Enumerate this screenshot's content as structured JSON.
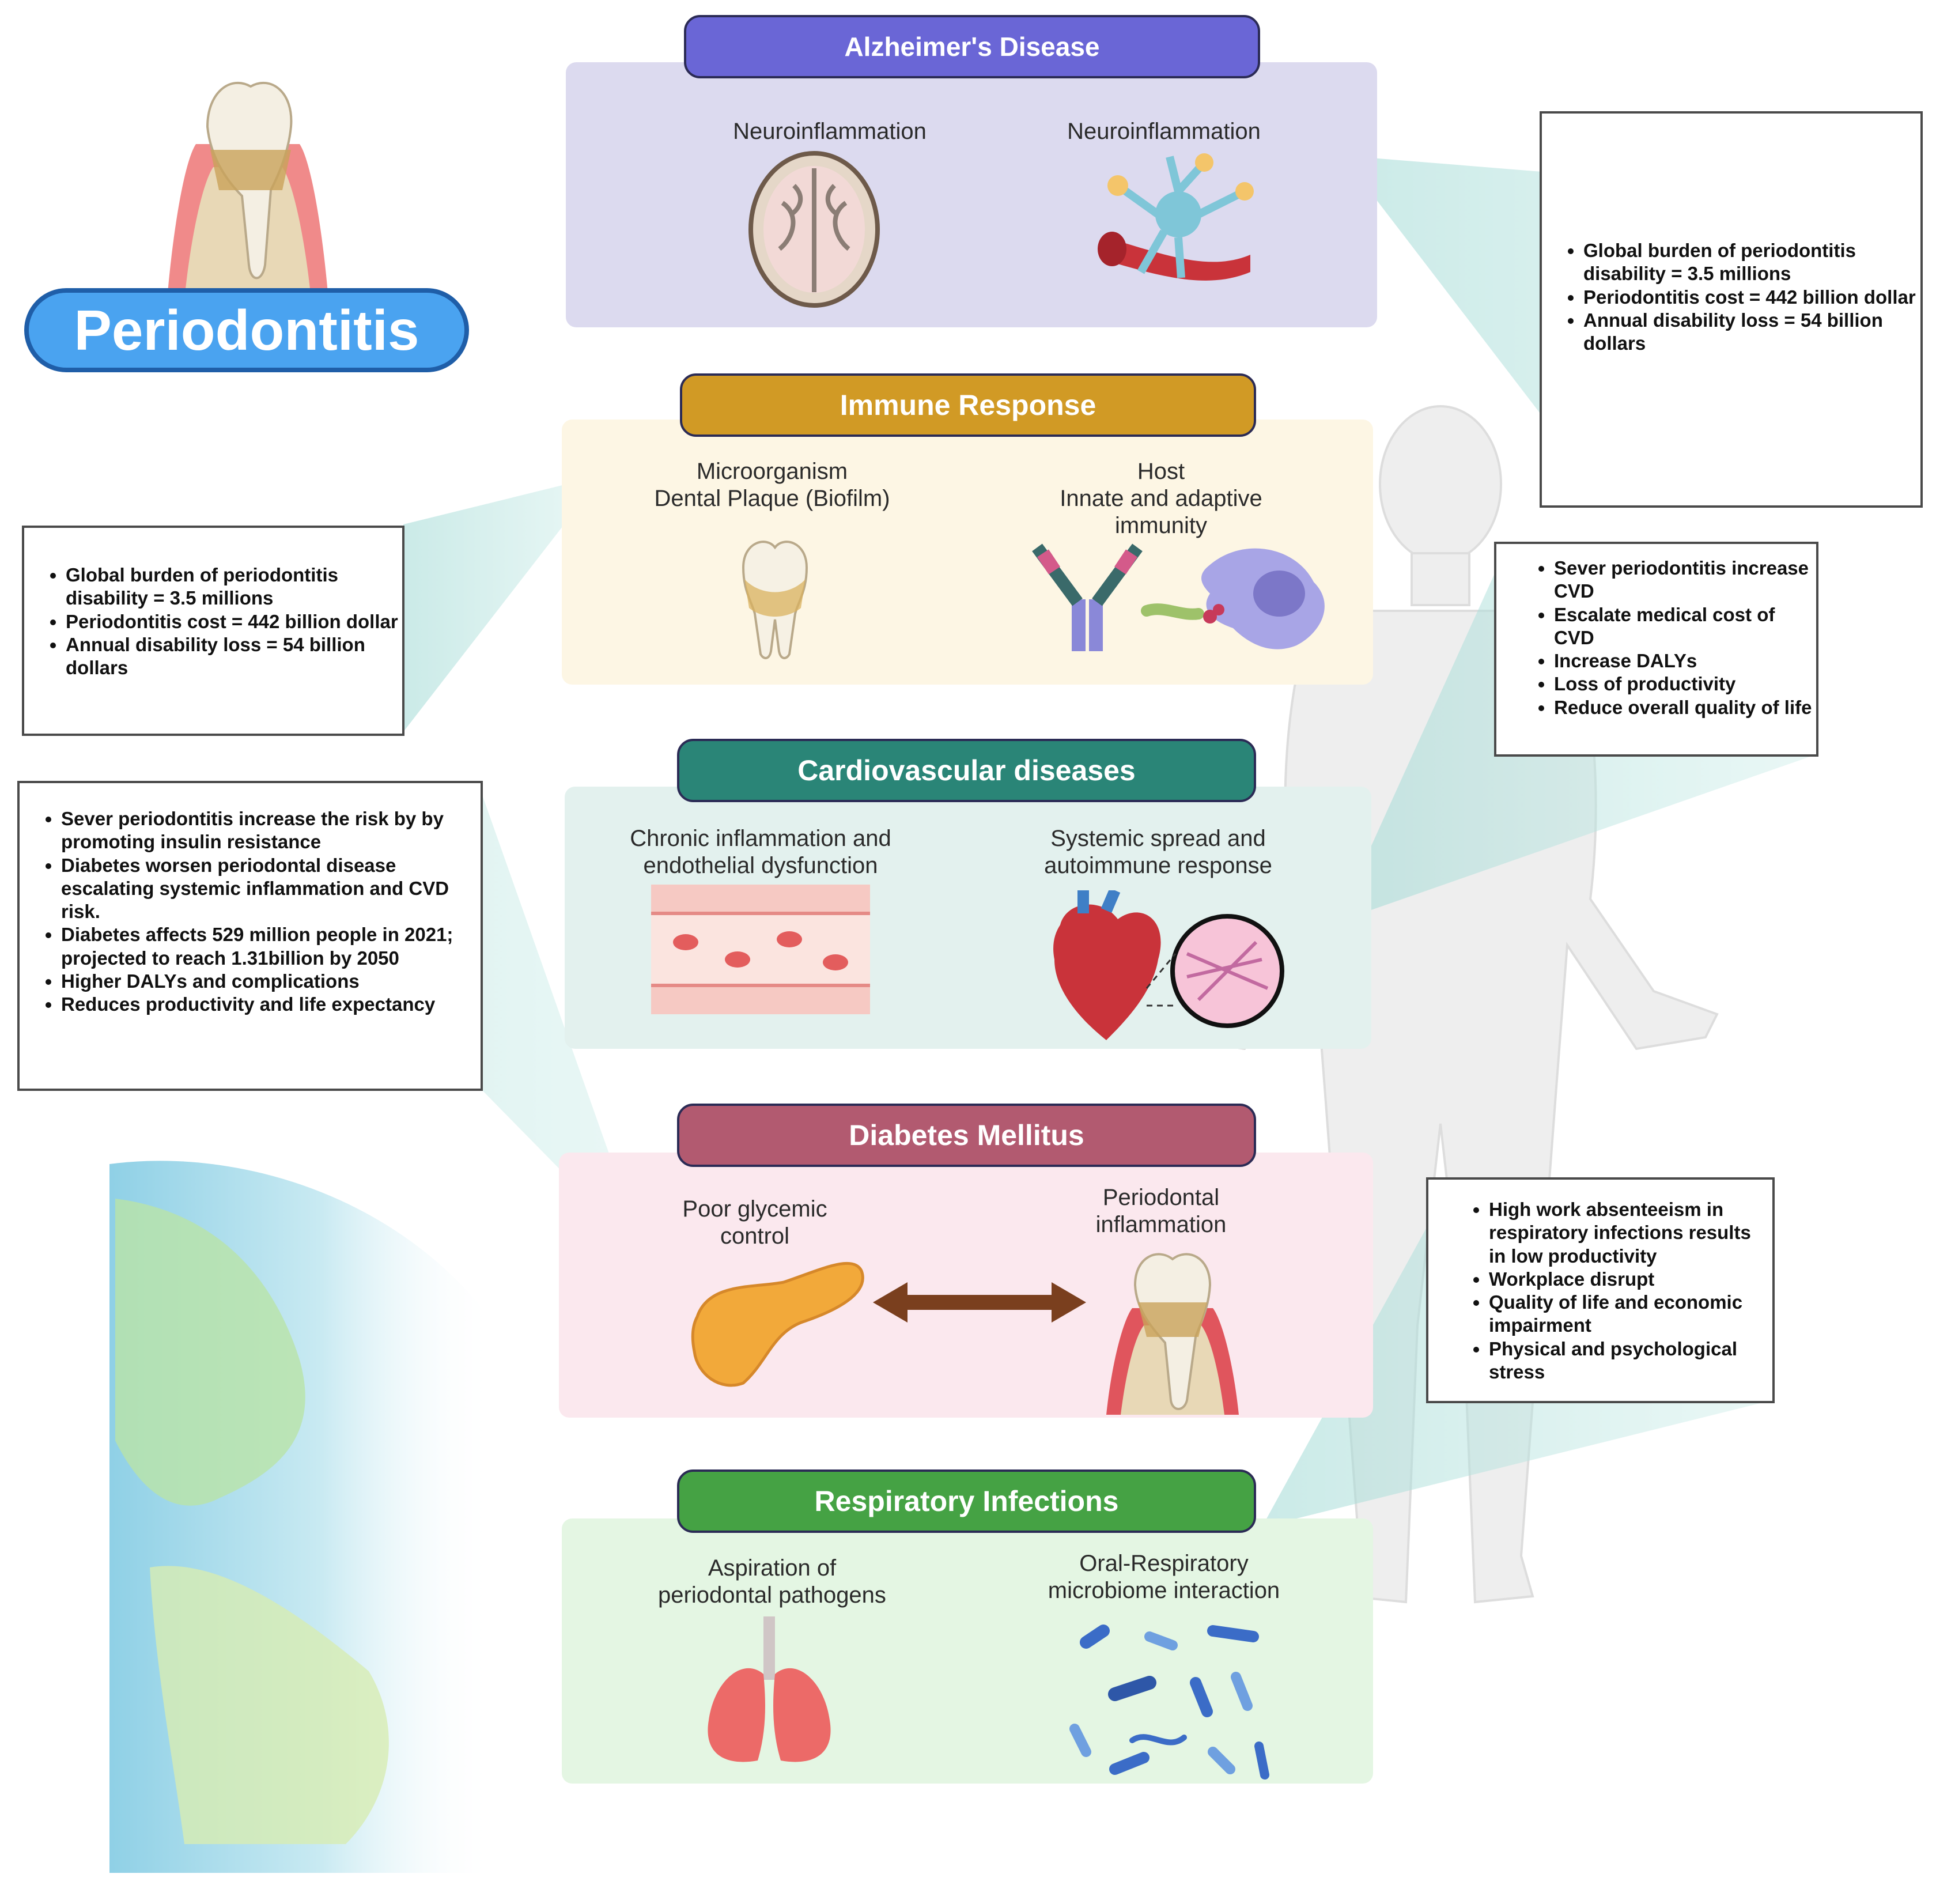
{
  "title": "Periodontitis",
  "colors": {
    "alzheimer": "#6a66d6",
    "immune": "#d19a25",
    "cardio": "#2a8577",
    "diabetes": "#b25a70",
    "respiratory": "#45a244",
    "title": "#4aa3f0"
  },
  "sections": {
    "alzheimer": {
      "header": "Alzheimer's Disease",
      "left_label": "Neuroinflammation",
      "right_label": "Neuroinflammation"
    },
    "immune": {
      "header": "Immune Response",
      "left_label": "Microorganism\nDental Plaque (Biofilm)",
      "right_label": "Host\nInnate and adaptive\nimmunity"
    },
    "cardio": {
      "header": "Cardiovascular diseases",
      "left_label": "Chronic inflammation and\nendothelial dysfunction",
      "right_label": "Systemic spread and\nautoimmune response"
    },
    "diabetes": {
      "header": "Diabetes Mellitus",
      "left_label": "Poor glycemic\ncontrol",
      "right_label": "Periodontal\ninflammation"
    },
    "respiratory": {
      "header": "Respiratory Infections",
      "left_label": "Aspiration of\nperiodontal pathogens",
      "right_label": "Oral-Respiratory\nmicrobiome interaction"
    }
  },
  "boxes": {
    "alz_right": [
      "Global burden of periodontitis disability = 3.5 millions",
      "Periodontitis cost = 442 billion dollar",
      "Annual disability loss = 54 billion dollars"
    ],
    "immune_left": [
      "Global burden of periodontitis disability = 3.5 millions",
      "Periodontitis cost = 442 billion dollar",
      "Annual disability loss = 54 billion dollars"
    ],
    "cardio_right": [
      "Sever periodontitis increase CVD",
      "Escalate medical cost of CVD",
      "Increase DALYs",
      "Loss of productivity",
      "Reduce overall quality of life"
    ],
    "diabetes_left": [
      "Sever periodontitis increase the risk by by promoting insulin resistance",
      "Diabetes worsen periodontal disease escalating systemic inflammation and CVD risk.",
      "Diabetes affects 529 million people in 2021; projected to reach 1.31billion by 2050",
      "Higher DALYs and complications",
      "Reduces productivity and life expectancy"
    ],
    "resp_right": [
      "High work absenteeism in respiratory infections results in low productivity",
      "Workplace disrupt",
      "Quality of life and economic impairment",
      "Physical and psychological stress"
    ]
  }
}
